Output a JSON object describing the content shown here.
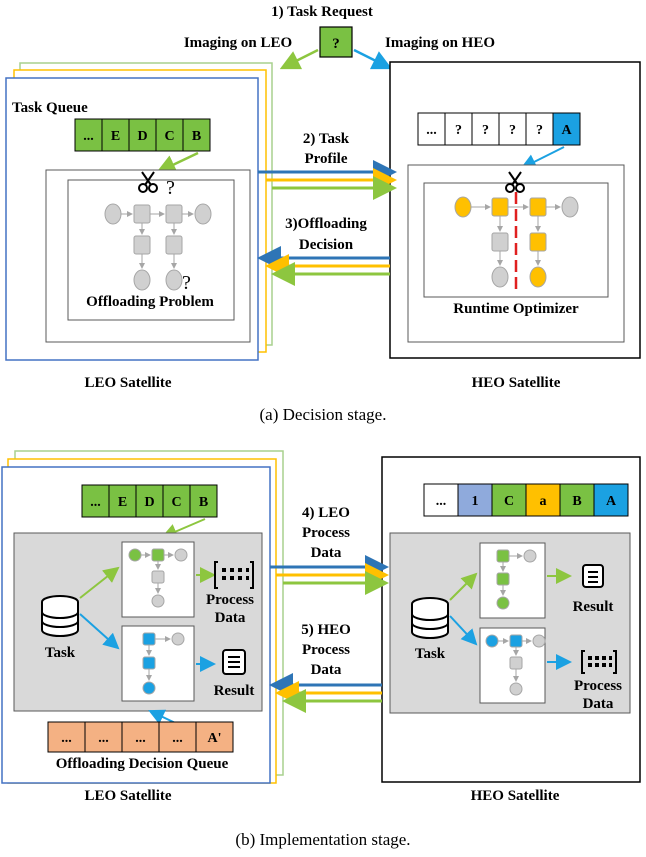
{
  "decision": {
    "task_request": "1) Task Request",
    "imaging_leo": "Imaging on LEO",
    "imaging_heo": "Imaging on HEO",
    "request_glyph": "?",
    "task_queue_label": "Task Queue",
    "leo_queue": [
      "...",
      "E",
      "D",
      "C",
      "B"
    ],
    "heo_queue": [
      "...",
      "?",
      "?",
      "?",
      "?",
      "A"
    ],
    "task_profile_line1": "2) Task",
    "task_profile_line2": "Profile",
    "offload_decision_line1": "3)Offloading",
    "offload_decision_line2": "Decision",
    "offloading_problem": "Offloading Problem",
    "runtime_optimizer": "Runtime Optimizer",
    "question_mark": "?",
    "leo_satellite": "LEO Satellite",
    "heo_satellite": "HEO Satellite",
    "caption": "(a) Decision stage."
  },
  "implementation": {
    "leo_queue": [
      "...",
      "E",
      "D",
      "C",
      "B"
    ],
    "heo_queue": [
      "...",
      "1",
      "C",
      "a",
      "B",
      "A"
    ],
    "leo_process_line1": "4) LEO",
    "leo_process_line2": "Process",
    "leo_process_line3": "Data",
    "heo_process_line1": "5) HEO",
    "heo_process_line2": "Process",
    "heo_process_line3": "Data",
    "task": "Task",
    "process_data_line1": "Process",
    "process_data_line2": "Data",
    "result": "Result",
    "offload_queue": [
      "...",
      "...",
      "...",
      "...",
      "A'"
    ],
    "offload_queue_label": "Offloading Decision Queue",
    "leo_satellite": "LEO  Satellite",
    "heo_satellite": "HEO  Satellite",
    "caption": "(b) Implementation stage."
  },
  "colors": {
    "green": "#8dc63f",
    "green_fill": "#7ac143",
    "blue": "#1ba1e2",
    "dark_blue": "#2e75b6",
    "yellow": "#ffc000",
    "orange_fill": "#f4b183",
    "purple_fill": "#8faadc",
    "gray": "#bfbfbf",
    "panel_gray": "#d9d9d9",
    "red": "#e02020"
  }
}
